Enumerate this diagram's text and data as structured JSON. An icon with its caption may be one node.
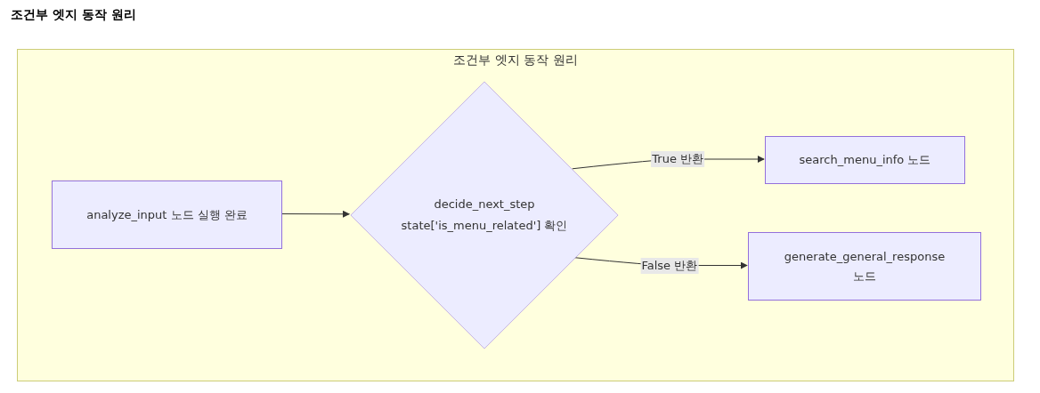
{
  "diagram": {
    "title": "조건부 엣지 동작 원리",
    "nodes": [
      {
        "text": [
          "조건부 엣지 동작 원리"
        ]
      },
      {
        "text": [
          "analyze_input 노드 실행 완료"
        ],
        "in": 0
      },
      {
        "text": [
          "decide_next_step",
          "state['is_menu_related'] 확인"
        ],
        "in": 0
      },
      {
        "text": [
          "search_menu_info 노드"
        ],
        "in": 0
      },
      {
        "text": [
          "generate_general_response 노드"
        ],
        "in": 0
      }
    ],
    "edges": [
      {
        "from": 1,
        "to": 2,
        "arrow": "to"
      },
      {
        "from": 2,
        "to": 3,
        "arrow": "to",
        "label": "True 반환"
      },
      {
        "from": 2,
        "to": 4,
        "arrow": "to",
        "label": "False 반환"
      }
    ]
  }
}
